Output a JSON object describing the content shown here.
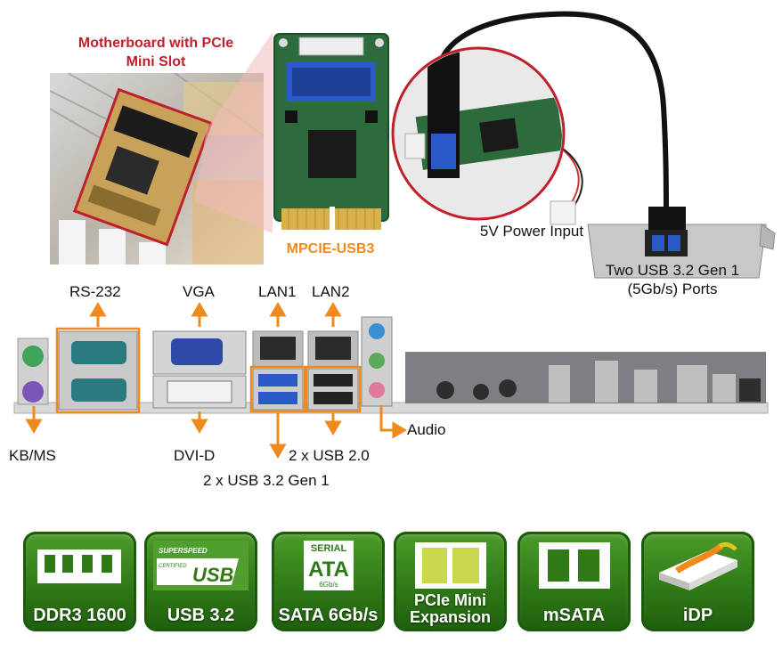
{
  "callouts": {
    "motherboard_title": "Motherboard with PCIe Mini Slot",
    "card_name": "MPCIE-USB3",
    "power_input": "5V Power Input",
    "bracket_ports": "Two USB 3.2 Gen 1 (5Gb/s) Ports"
  },
  "ports": {
    "rs232": "RS-232",
    "vga": "VGA",
    "lan1": "LAN1",
    "lan2": "LAN2",
    "audio": "Audio",
    "kbms": "KB/MS",
    "dvid": "DVI-D",
    "usb20": "2 x USB 2.0",
    "usb32": "2 x USB 3.2 Gen 1"
  },
  "badges": [
    {
      "label": "DDR3 1600",
      "icon": "memory-module-icon"
    },
    {
      "label": "USB 3.2",
      "icon": "superspeed-usb-icon",
      "icon_text_top": "SUPERSPEED",
      "icon_text_mid": "USB",
      "icon_text_small": "CERTIFIED"
    },
    {
      "label": "SATA 6Gb/s",
      "icon": "serial-ata-icon",
      "icon_text_top": "SERIAL",
      "icon_text_mid": "ATA",
      "icon_text_small": "6Gb/s"
    },
    {
      "label": "PCIe Mini Expansion",
      "icon": "pcie-mini-card-icon"
    },
    {
      "label": "mSATA",
      "icon": "msata-card-icon"
    },
    {
      "label": "iDP",
      "icon": "idp-connector-icon"
    }
  ],
  "colors": {
    "arrow": "#f08a1c",
    "badge_green": "#2f7a17",
    "highlight_red": "#c0202c",
    "card_green": "#2d6b3d"
  }
}
